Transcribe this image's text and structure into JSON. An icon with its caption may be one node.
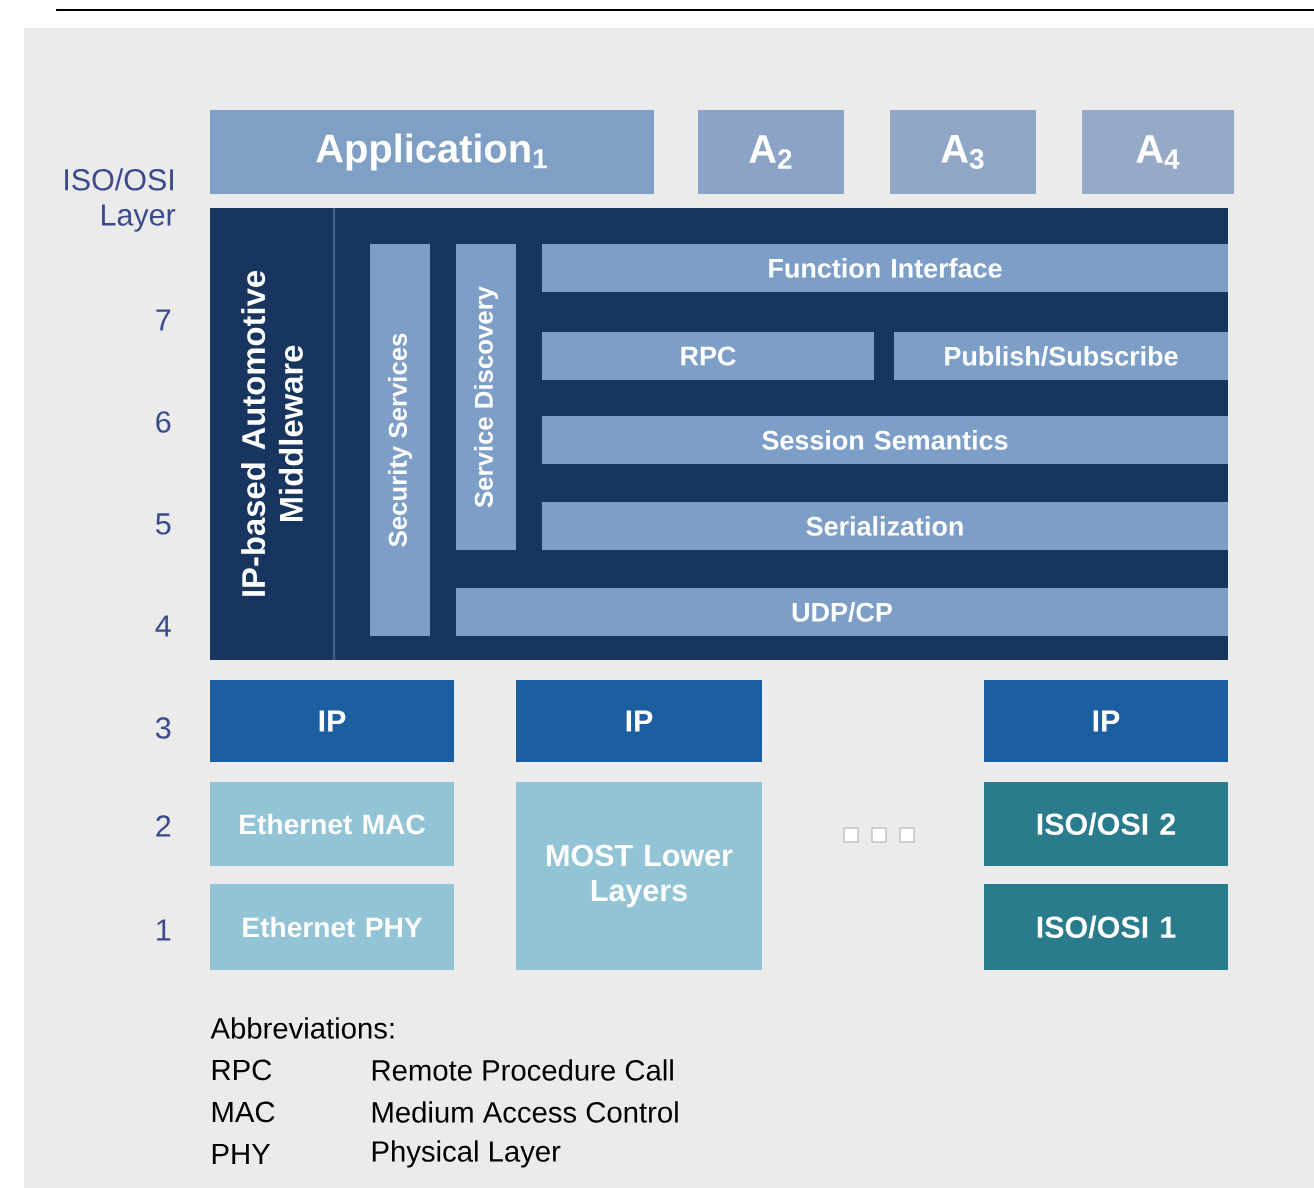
{
  "diagram": {
    "nodes": [
      {
        "text": [
          "Application$_{1}$"
        ]
      },
      {
        "text": [
          "A$_{2}$"
        ]
      },
      {
        "text": [
          "A$_{3}$"
        ]
      },
      {
        "text": [
          "A$_{4}$"
        ]
      },
      {
        "text": [
          "IP-based Automotive Middleware"
        ]
      },
      {
        "text": [
          "Security Services"
        ],
        "in": 4
      },
      {
        "text": [
          "Service Discovery"
        ],
        "in": 4
      },
      {
        "text": [
          "Function Interface"
        ],
        "in": 4
      },
      {
        "text": [
          "RPC"
        ],
        "in": 4
      },
      {
        "text": [
          "Publish/Subscribe"
        ],
        "in": 4
      },
      {
        "text": [
          "Session Semantics"
        ],
        "in": 4
      },
      {
        "text": [
          "Serialization"
        ],
        "in": 4
      },
      {
        "text": [
          "UDP/CP"
        ],
        "in": 4
      },
      {
        "text": [
          "IP"
        ]
      },
      {
        "text": [
          "Ethernet MAC"
        ]
      },
      {
        "text": [
          "Ethernet PHY"
        ]
      },
      {
        "text": [
          "IP"
        ]
      },
      {
        "text": [
          "MOST Lower Layers"
        ]
      },
      {
        "text": [
          "IP"
        ]
      },
      {
        "text": [
          "ISO/OSI 2"
        ]
      },
      {
        "text": [
          "ISO/OSI 1"
        ]
      }
    ],
    "labels": [
      "ISO/OSI Layer",
      "7",
      "6",
      "5",
      "4",
      "3",
      "2",
      "1",
      "Abbreviations:",
      "RPC",
      "Remote Procedure Call",
      "MAC",
      "Medium Access Control",
      "PHY",
      "Physical Layer"
    ]
  }
}
